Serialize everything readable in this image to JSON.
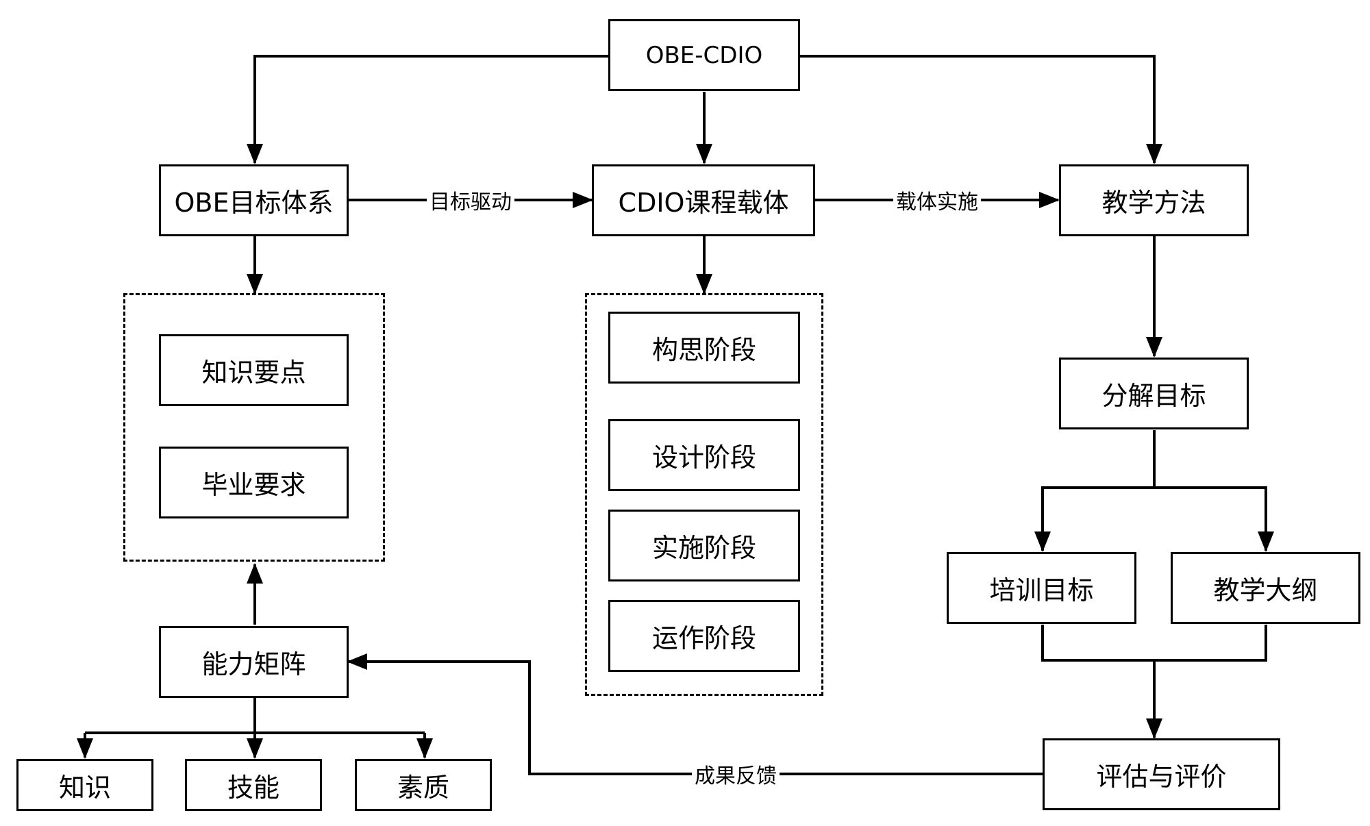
{
  "nodes": {
    "root": "OBE-CDIO",
    "obe_target_system": "OBE目标体系",
    "cdio_course_carrier": "CDIO课程载体",
    "teaching_method": "教学方法",
    "knowledge_points": "知识要点",
    "graduation_requirements": "毕业要求",
    "ability_matrix": "能力矩阵",
    "knowledge": "知识",
    "skills": "技能",
    "quality": "素质",
    "stage_conceive": "构思阶段",
    "stage_design": "设计阶段",
    "stage_implement": "实施阶段",
    "stage_operate": "运作阶段",
    "decompose_goals": "分解目标",
    "training_goals": "培训目标",
    "teaching_syllabus": "教学大纲",
    "assessment": "评估与评价"
  },
  "edges": {
    "target_driven": "目标驱动",
    "carrier_implementation": "载体实施",
    "outcome_feedback": "成果反馈"
  }
}
